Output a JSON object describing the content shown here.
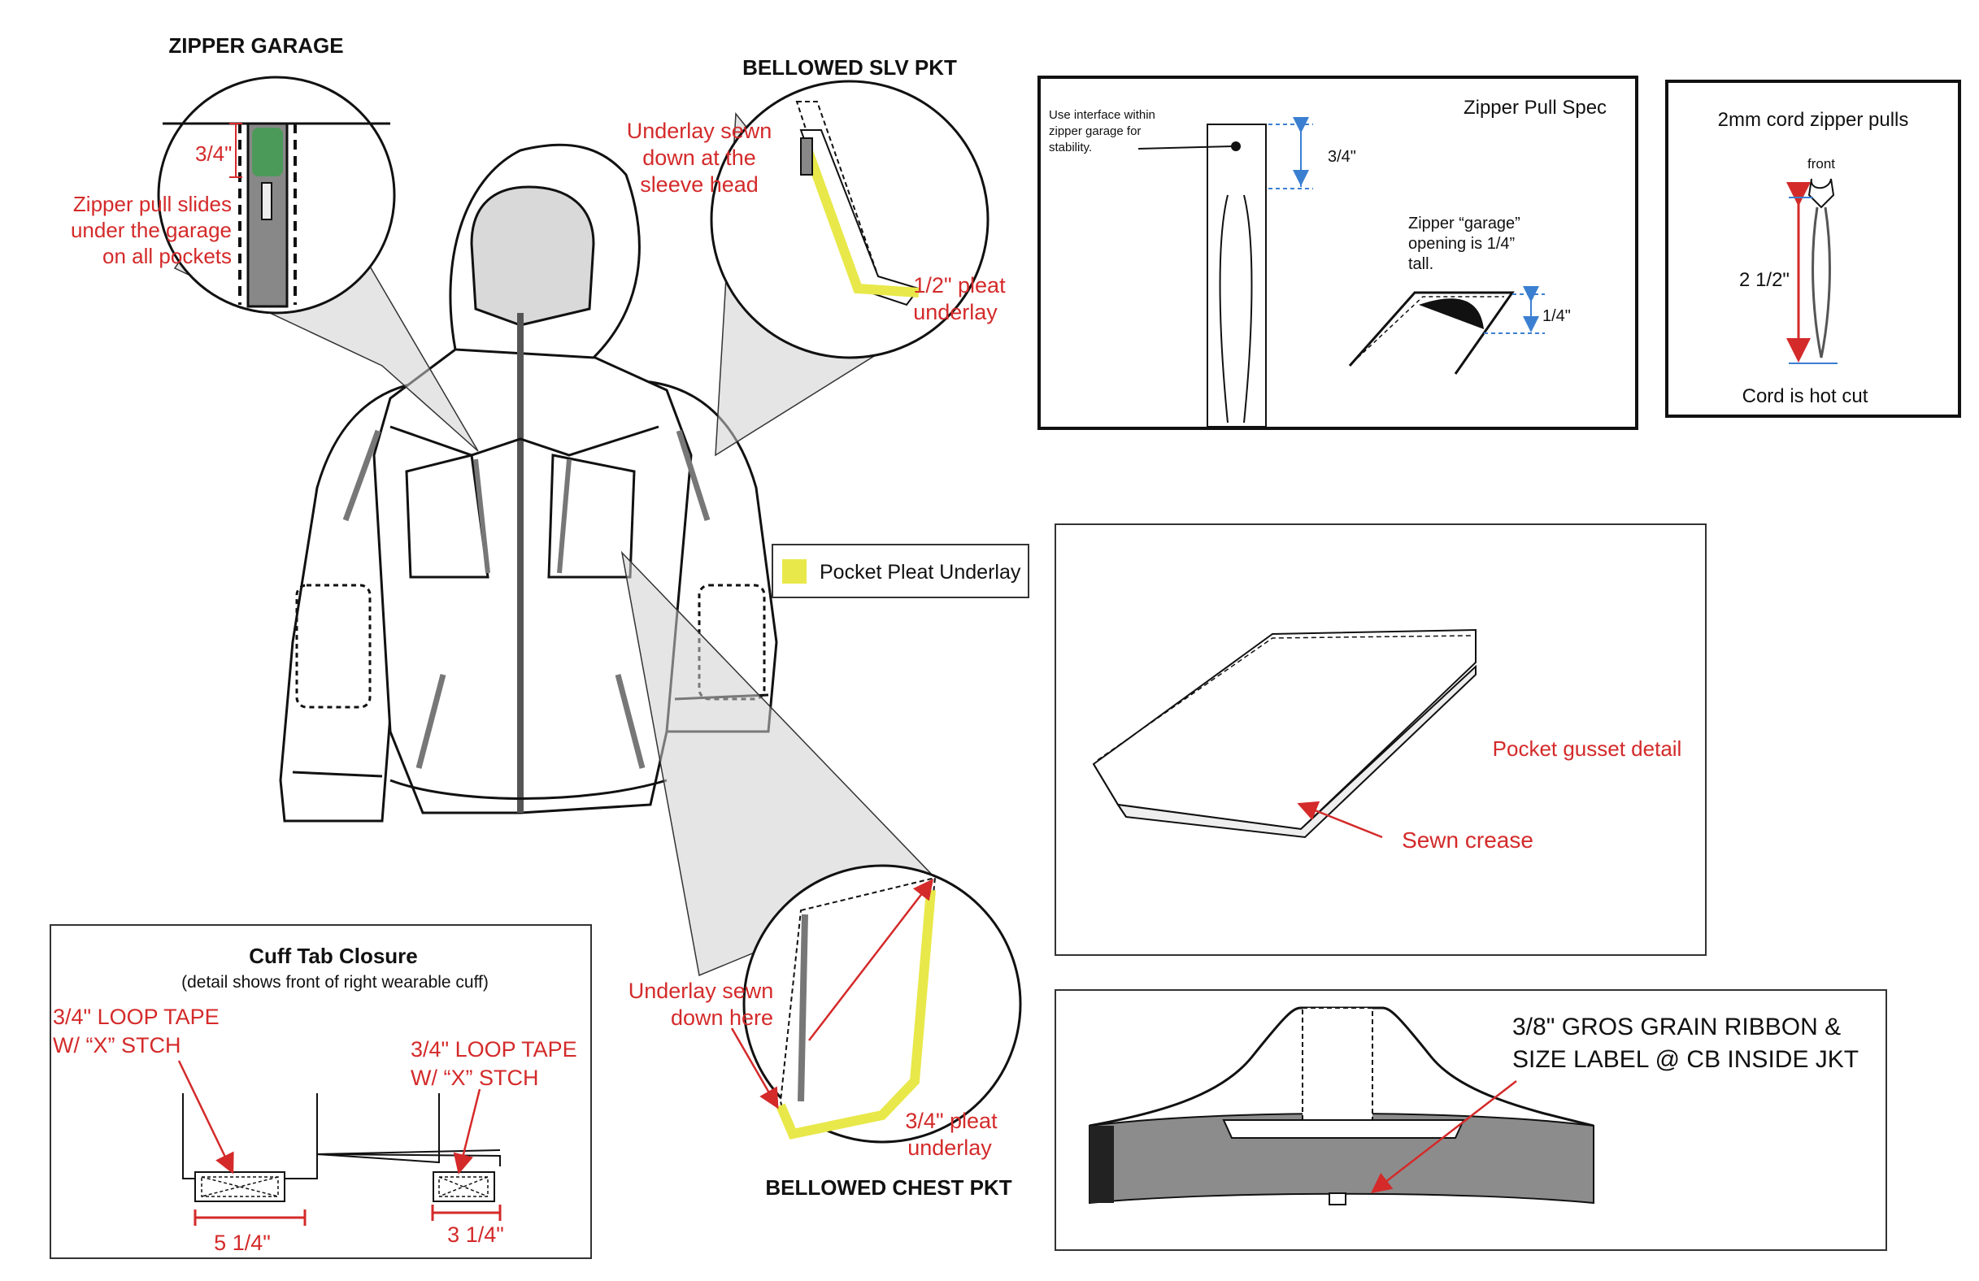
{
  "zipper_garage": {
    "title": "ZIPPER GARAGE",
    "measure": "3/4\"",
    "note_lines": [
      "Zipper pull slides",
      "under the garage",
      "on all pockets"
    ]
  },
  "sleeve_pocket": {
    "title": "BELLOWED SLV PKT",
    "note_lines": [
      "Underlay sewn",
      "down at the",
      "sleeve head"
    ],
    "pleat_lines": [
      "1/2\" pleat",
      "underlay"
    ]
  },
  "chest_pocket": {
    "title": "BELLOWED CHEST PKT",
    "note_lines": [
      "Underlay sewn",
      "down here"
    ],
    "pleat_lines": [
      "3/4\" pleat",
      "underlay"
    ]
  },
  "legend": {
    "swatch_color": "#e8e84a",
    "label": "Pocket Pleat Underlay"
  },
  "zipper_pull_spec": {
    "title": "Zipper Pull Spec",
    "interface_note_lines": [
      "Use interface within",
      "zipper garage for",
      "stability."
    ],
    "pull_measure": "3/4\"",
    "garage_note_lines": [
      "Zipper “garage”",
      "opening is 1/4”",
      "tall."
    ],
    "garage_measure": "1/4\""
  },
  "cord_pulls": {
    "title": "2mm cord zipper pulls",
    "front_label": "front",
    "length_measure": "2 1/2\"",
    "footer": "Cord is hot cut"
  },
  "gusset": {
    "label": "Pocket gusset detail",
    "crease_label": "Sewn crease"
  },
  "ribbon": {
    "note_lines": [
      "3/8\" GROS GRAIN RIBBON &",
      "SIZE LABEL @ CB INSIDE JKT"
    ]
  },
  "cuff_tab": {
    "title": "Cuff Tab Closure",
    "subtitle": "(detail shows front of right wearable cuff)",
    "left_tape_lines": [
      "3/4\" LOOP TAPE",
      "W/ “X” STCH"
    ],
    "right_tape_lines": [
      "3/4\" LOOP TAPE",
      "W/ “X” STCH"
    ],
    "left_measure": "5 1/4\"",
    "right_measure": "3 1/4\""
  },
  "colors": {
    "annotation_red": "#d42a2a",
    "dimension_blue": "#3b7fd1",
    "pleat_yellow": "#e8e84a",
    "garage_green": "#4c9a5a",
    "panel_grey": "#8c8c8c"
  }
}
